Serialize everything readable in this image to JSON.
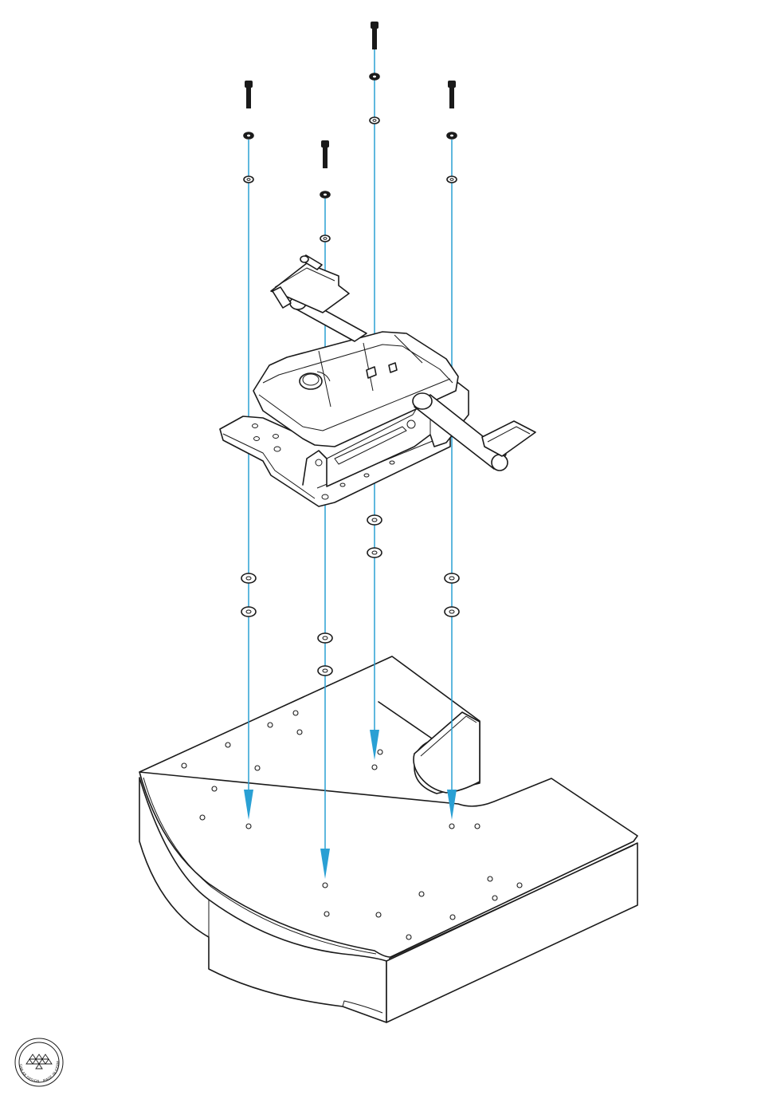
{
  "diagram": {
    "description_type": "exploded-assembly-drawing",
    "parts": [
      "screw-top-center",
      "screw-left",
      "screw-inner-left",
      "screw-right",
      "lock-washer",
      "flat-washer",
      "shifter-mechanism",
      "base-plate"
    ],
    "fastener_count": 4
  },
  "colors": {
    "guide": "#2aa0d4",
    "arrow": "#2aa0d4",
    "line": "#1a1a1a"
  },
  "logo": {
    "icon": "triangle-pattern-seal-icon",
    "text": "SIMLAB DESIGN · MADE IN GERMANY"
  }
}
